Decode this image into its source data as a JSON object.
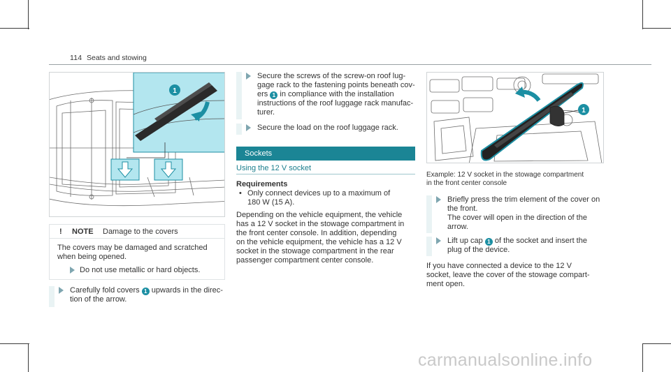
{
  "header": {
    "page_number": "114",
    "section": "Seats and stowing"
  },
  "figure_left": {
    "callout": "1",
    "icon": "roof-rack-cover-illustration"
  },
  "note": {
    "icon": "!",
    "title": "NOTE",
    "subtitle": "Damage to the covers",
    "body_line1": "The covers may be damaged and scratched",
    "body_line2": "when being opened.",
    "step": "Do not use metallic or hard objects."
  },
  "left_step": {
    "line1_a": "Carefully fold covers",
    "line1_badge": "1",
    "line1_b": "upwards in the direc-",
    "line2": "tion of the arrow."
  },
  "mid_steps": {
    "step1_line1": "Secure the screws of the screw-on roof lug-",
    "step1_line2": "gage rack to the fastening points beneath cov-",
    "step1_line3_a": "ers",
    "step1_line3_badge": "1",
    "step1_line3_b": "in compliance with the installation",
    "step1_line4": "instructions of the roof luggage rack manufac-",
    "step1_line5": "turer.",
    "step2": "Secure the load on the roof luggage rack."
  },
  "sockets": {
    "section_title": "Sockets",
    "subhead": "Using the 12 V socket",
    "req_title": "Requirements",
    "req_line1": "Only connect devices up to a maximum of",
    "req_line2": "180 W (15 A).",
    "para": [
      "Depending on the vehicle equipment, the vehicle",
      "has a 12 V socket in the stowage compartment in",
      "the front center console. In addition, depending",
      "on the vehicle equipment, the vehicle has a 12 V",
      "socket in the stowage compartment in the rear",
      "passenger compartment center console."
    ]
  },
  "figure_right": {
    "callout": "1",
    "icon": "socket-cover-illustration",
    "caption_line1": "Example: 12 V socket in the stowage compartment",
    "caption_line2": "in the front center console"
  },
  "right_steps": {
    "step1_line1": "Briefly press the trim element of the cover on",
    "step1_line2": "the front.",
    "step1_line3": "The cover will open in the direction of the",
    "step1_line4": "arrow.",
    "step2_line1_a": "Lift up cap",
    "step2_line1_badge": "1",
    "step2_line1_b": "of the socket and insert the",
    "step2_line2": "plug of the device.",
    "para": [
      "If you have connected a device to the 12 V",
      "socket, leave the cover of the stowage compart-",
      "ment open."
    ]
  },
  "watermark": "carmanualsonline.info",
  "colors": {
    "accent": "#1b8595",
    "badge": "#1c8fa3",
    "highlight": "#b3e6ef",
    "step_bar": "#e9f3f4"
  }
}
